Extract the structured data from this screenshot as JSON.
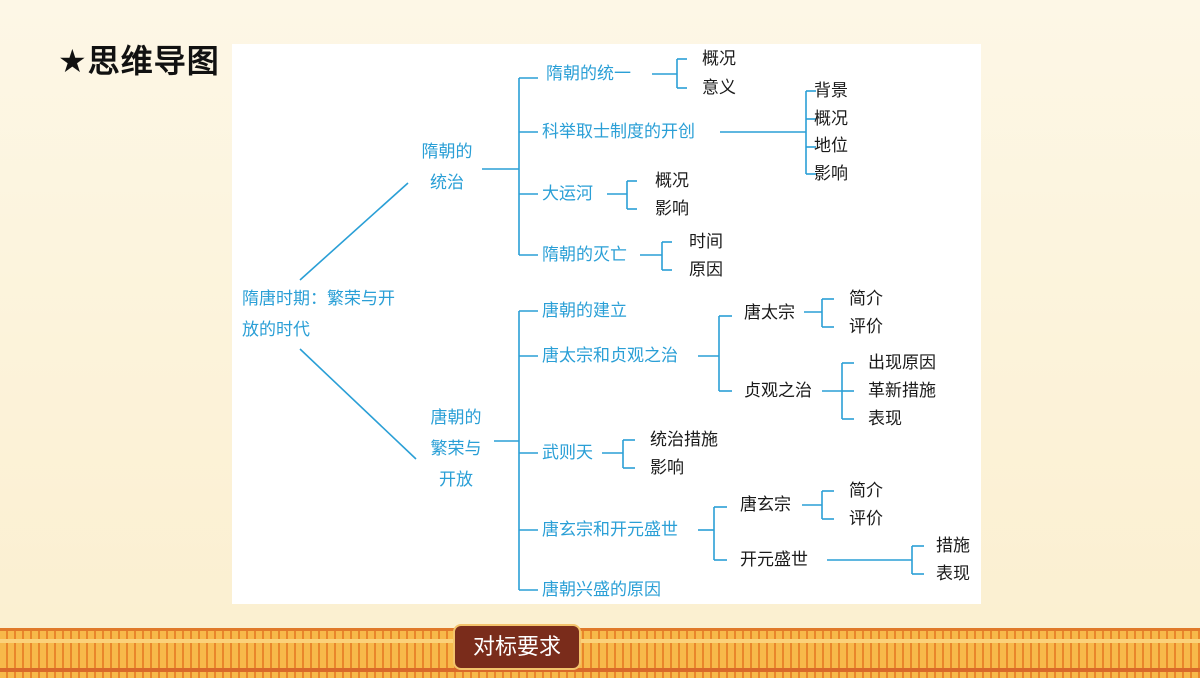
{
  "title": "★思维导图",
  "button_label": "对标要求",
  "colors": {
    "branch": "#2a9fd6",
    "leaf": "#1a1a1a",
    "button": "#7a2c1b",
    "band": "#f7b94a"
  },
  "mindmap": {
    "root": "隋唐时期：繁荣与开放的时代",
    "sui": {
      "label": "隋朝的统治",
      "unify": {
        "label": "隋朝的统一",
        "items": [
          "概况",
          "意义"
        ]
      },
      "exam": {
        "label": "科举取士制度的开创",
        "items": [
          "背景",
          "概况",
          "地位",
          "影响"
        ]
      },
      "canal": {
        "label": "大运河",
        "items": [
          "概况",
          "影响"
        ]
      },
      "fall": {
        "label": "隋朝的灭亡",
        "items": [
          "时间",
          "原因"
        ]
      }
    },
    "tang": {
      "label": "唐朝的繁荣与开放",
      "founding": {
        "label": "唐朝的建立"
      },
      "zhenguan": {
        "label": "唐太宗和贞观之治",
        "taizong": {
          "label": "唐太宗",
          "items": [
            "简介",
            "评价"
          ]
        },
        "rule": {
          "label": "贞观之治",
          "items": [
            "出现原因",
            "革新措施",
            "表现"
          ]
        }
      },
      "wuzetian": {
        "label": "武则天",
        "items": [
          "统治措施",
          "影响"
        ]
      },
      "kaiyuan": {
        "label": "唐玄宗和开元盛世",
        "xuanzong": {
          "label": "唐玄宗",
          "items": [
            "简介",
            "评价"
          ]
        },
        "era": {
          "label": "开元盛世",
          "items": [
            "措施",
            "表现"
          ]
        }
      },
      "reasons": {
        "label": "唐朝兴盛的原因"
      }
    }
  }
}
